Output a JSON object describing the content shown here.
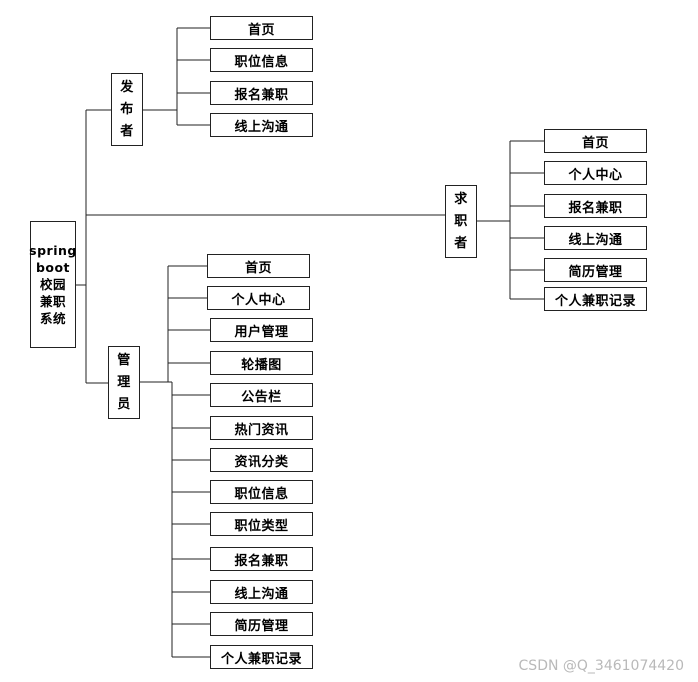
{
  "root": {
    "lines": [
      "spring",
      "boot",
      "校园",
      "兼职",
      "系统"
    ]
  },
  "publisher": {
    "lines": [
      "发",
      "布",
      "者"
    ],
    "items": [
      "首页",
      "职位信息",
      "报名兼职",
      "线上沟通"
    ]
  },
  "seeker": {
    "lines": [
      "求",
      "职",
      "者"
    ],
    "items": [
      "首页",
      "个人中心",
      "报名兼职",
      "线上沟通",
      "简历管理",
      "个人兼职记录"
    ]
  },
  "admin": {
    "lines": [
      "管",
      "理",
      "员"
    ],
    "items": [
      "首页",
      "个人中心",
      "用户管理",
      "轮播图",
      "公告栏",
      "热门资讯",
      "资讯分类",
      "职位信息",
      "职位类型",
      "报名兼职",
      "线上沟通",
      "简历管理",
      "个人兼职记录"
    ]
  },
  "watermark": "CSDN @Q_3461074420"
}
